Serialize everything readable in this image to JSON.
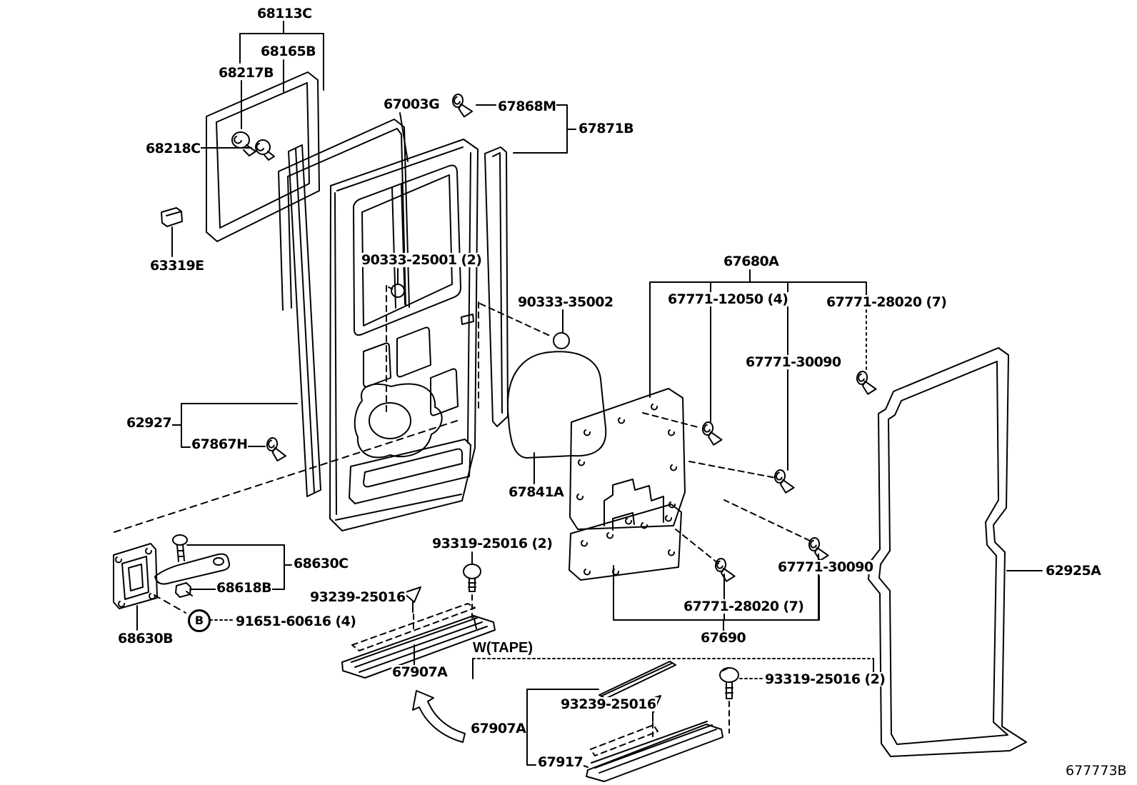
{
  "meta": {
    "background": "#ffffff",
    "ink": "#000000",
    "kind": "exploded-parts-diagram"
  },
  "diagram_code": "677773B",
  "note_tape": "W(TAPE)",
  "callout_b": "B",
  "labels": {
    "k68113c": "68113C",
    "k68165b": "68165B",
    "k68217b": "68217B",
    "k68218c": "68218C",
    "k67003g": "67003G",
    "k67868m": "67868M",
    "k67871b": "67871B",
    "k63319e": "63319E",
    "k90333_25001": "90333-25001 (2)",
    "k90333_35002": "90333-35002",
    "k67680a": "67680A",
    "k67771_12050": "67771-12050 (4)",
    "k67771_28020_upper": "67771-28020 (7)",
    "k67771_30090_upper": "67771-30090",
    "k62927": "62927",
    "k67867h": "67867H",
    "k67841a": "67841A",
    "k68630c": "68630C",
    "k68618b": "68618B",
    "k91651_60616": "91651-60616 (4)",
    "k68630b": "68630B",
    "k93319_25016_upper": "93319-25016 (2)",
    "k93239_25016_upper": "93239-25016",
    "k67907a_upper": "67907A",
    "k67690": "67690",
    "k67771_30090_lower": "67771-30090",
    "k67771_28020_lower": "67771-28020 (7)",
    "k62925a": "62925A",
    "k93319_25016_lower": "93319-25016 (2)",
    "k93239_25016_lower": "93239-25016",
    "k67907a_lower": "67907A",
    "k67917": "67917"
  }
}
